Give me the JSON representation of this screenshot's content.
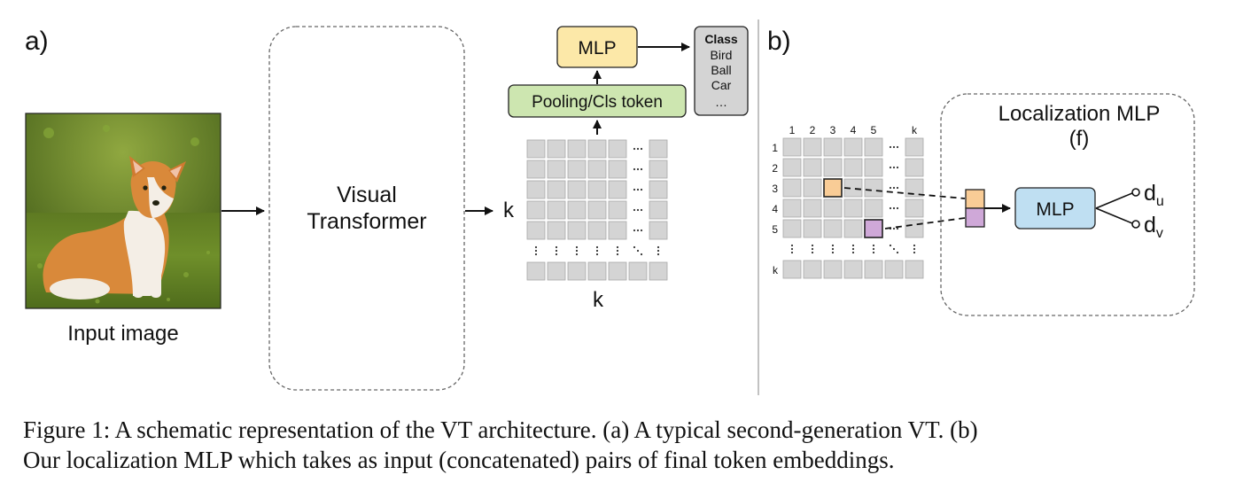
{
  "figure": {
    "panel_a": {
      "label": "a)",
      "input_caption": "Input image",
      "transformer_line1": "Visual",
      "transformer_line2": "Transformer",
      "grid_side_label": "k",
      "grid_bottom_label": "k",
      "pooling_label": "Pooling/Cls token",
      "mlp_label": "MLP",
      "class_box": {
        "title": "Class",
        "items": [
          "Bird",
          "Ball",
          "Car",
          "…"
        ]
      }
    },
    "panel_b": {
      "label": "b)",
      "col_labels": [
        "1",
        "2",
        "3",
        "4",
        "5",
        "k"
      ],
      "row_labels": [
        "1",
        "2",
        "3",
        "4",
        "5",
        "k"
      ],
      "localization_title_line1": "Localization MLP",
      "localization_title_line2": "(f)",
      "mlp_label": "MLP",
      "output_u": "d",
      "output_u_sub": "u",
      "output_v": "d",
      "output_v_sub": "v"
    },
    "colors": {
      "mlp_fill": "#fce8a8",
      "pooling_fill": "#cde6b0",
      "class_fill": "#d4d4d4",
      "cell_fill": "#d4d4d4",
      "token_orange": "#f9cc96",
      "token_purple": "#cfa8d8",
      "loc_mlp_fill": "#bfdff2"
    }
  },
  "caption": {
    "line1": "Figure 1: A schematic representation of the VT architecture. (a) A typical second-generation VT. (b)",
    "line2": "Our localization MLP which takes as input (concatenated) pairs of final token embeddings."
  }
}
